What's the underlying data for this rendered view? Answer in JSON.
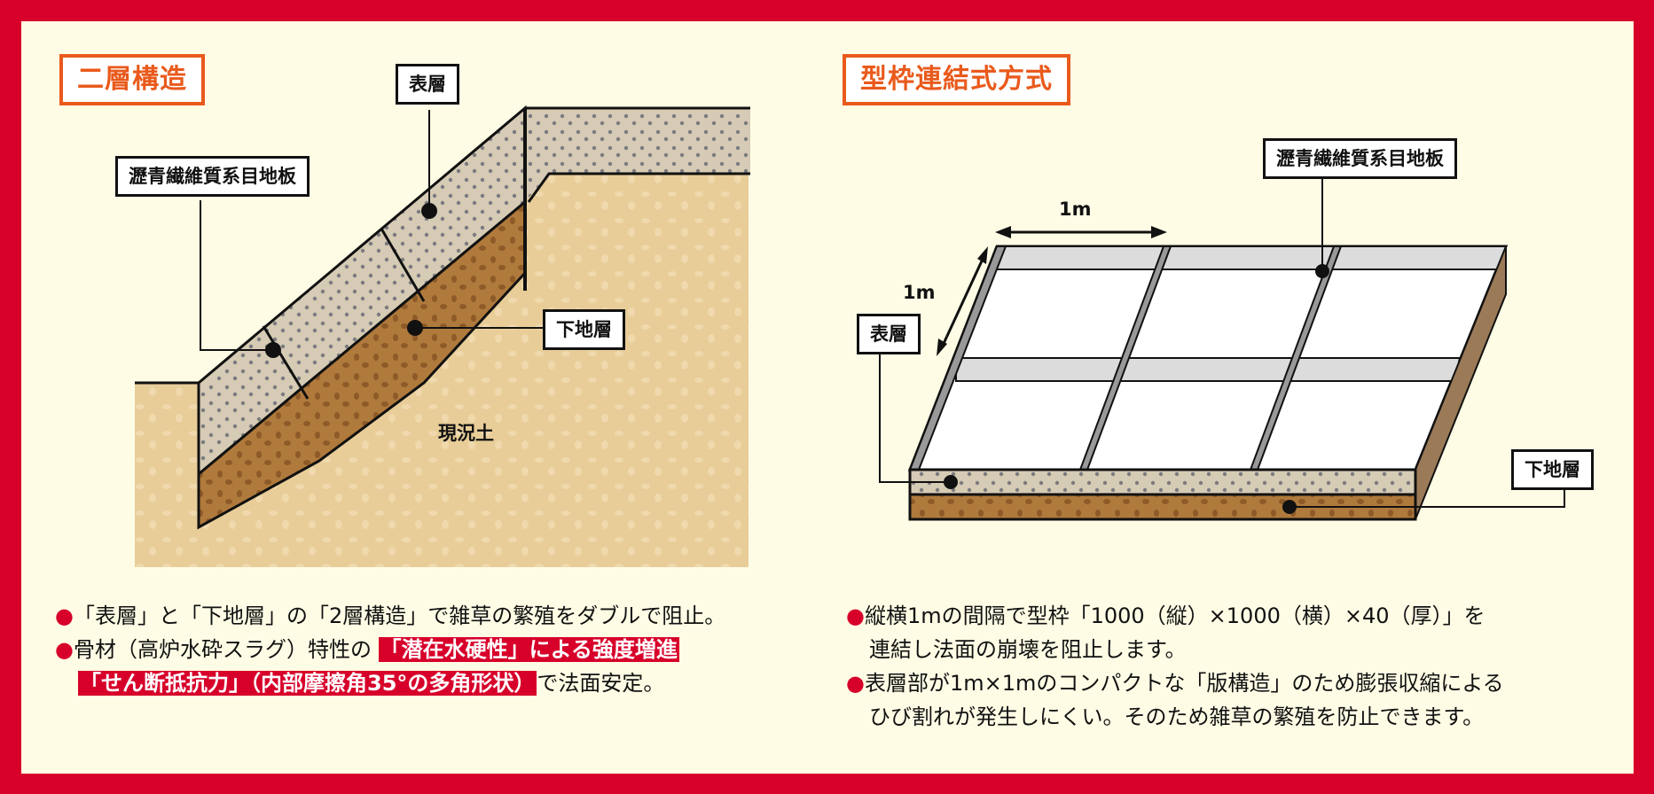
{
  "left": {
    "title": "二層構造",
    "labels": {
      "surface": "表層",
      "joint_board": "瀝青繊維質系目地板",
      "base_layer": "下地層",
      "existing_soil": "現況土"
    },
    "bullets": [
      {
        "marker": "●",
        "text": "「表層」と「下地層」の「2層構造」で雑草の繁殖をダブルで阻止。"
      },
      {
        "marker": "●",
        "text_before": "骨材（高炉水砕スラグ）特性の",
        "highlight1": "「潜在水硬性」による強度増進",
        "highlight2": "「せん断抵抗力」（内部摩擦角35°の多角形状）",
        "text_after": "で法面安定。"
      }
    ]
  },
  "right": {
    "title": "型枠連結式方式",
    "labels": {
      "joint_board": "瀝青繊維質系目地板",
      "surface": "表層",
      "base_layer": "下地層",
      "dim_horizontal": "1m",
      "dim_depth": "1m"
    },
    "bullets": [
      {
        "marker": "●",
        "line1": "縦横1mの間隔で型枠「1000（縦）×1000（横）×40（厚）」を",
        "line2": "連結し法面の崩壊を阻止します。"
      },
      {
        "marker": "●",
        "line1": "表層部が1m×1mのコンパクトな「版構造」のため膨張収縮による",
        "line2": "ひび割れが発生しにくい。そのため雑草の繁殖を防止できます。"
      }
    ]
  },
  "colors": {
    "border_red": "#d7002a",
    "background": "#fefce5",
    "title_orange": "#e95a1c",
    "soil": "#e8cd98",
    "base_brown": "#b07a3c",
    "surface_gray": "#d6cbb4"
  }
}
